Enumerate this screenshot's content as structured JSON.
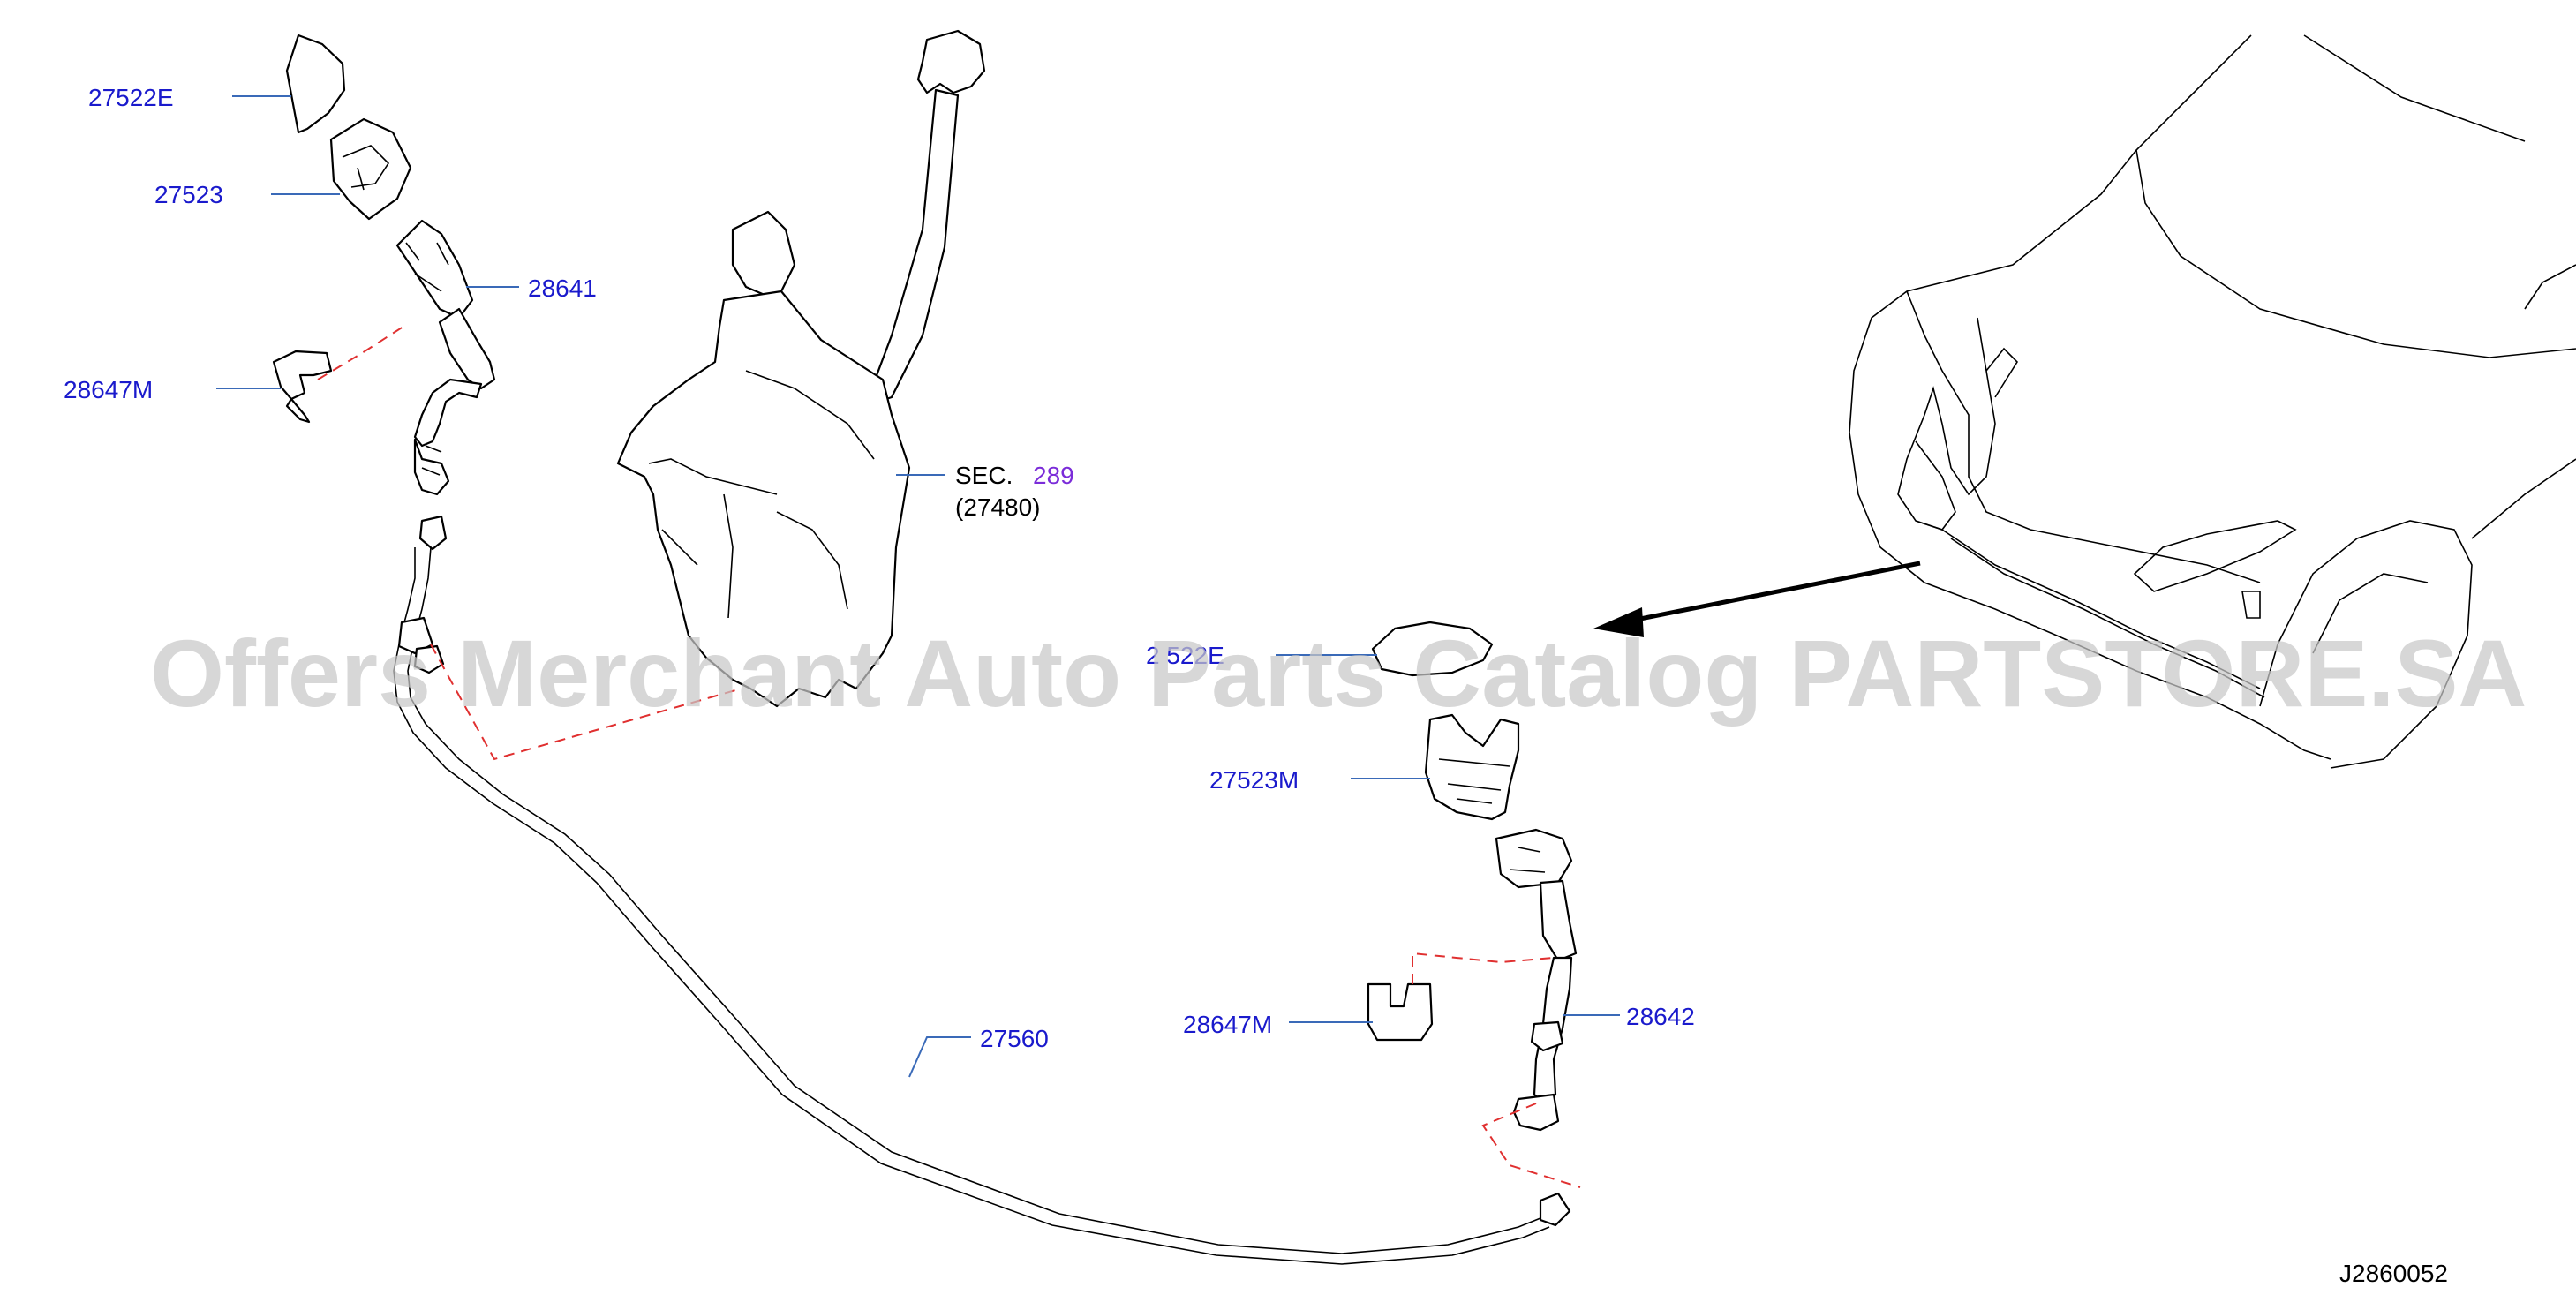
{
  "diagram_id": "J2860052",
  "watermark": "Offers Merchant Auto Parts Catalog PARTSTORE.SA",
  "sec_reference": {
    "prefix": "SEC.",
    "number": "289",
    "sub": "(27480)"
  },
  "callouts": {
    "c27522e": "27522E",
    "c27523": "27523",
    "c28641": "28641",
    "c28647m_left": "28647M",
    "c27522e_right": "2  522E",
    "c27523m": "27523M",
    "c28647m_right": "28647M",
    "c28642": "28642",
    "c27560": "27560"
  },
  "colors": {
    "callout": "#1a1acc",
    "leader": "#3a6ab8",
    "dashed": "#e03030",
    "sec_number": "#7b2cd9",
    "watermark": "#c8c8c8"
  }
}
